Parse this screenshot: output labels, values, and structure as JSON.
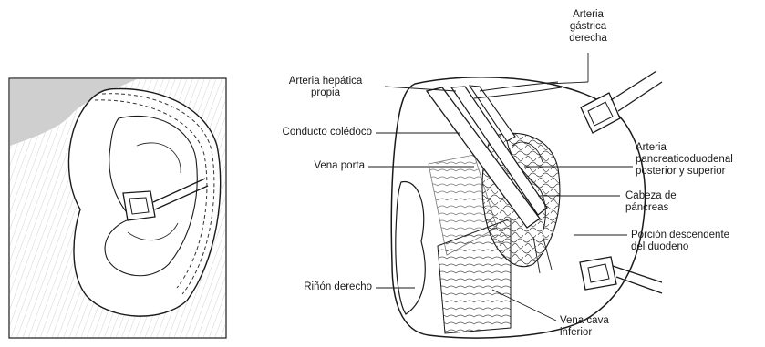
{
  "labels": {
    "arteria_gastrica_derecha": [
      "Arteria",
      "gástrica",
      "derecha"
    ],
    "arteria_hepatica_propia": [
      "Arteria hepática",
      "propia"
    ],
    "conducto_coledoco": [
      "Conducto colédoco"
    ],
    "vena_porta": [
      "Vena porta"
    ],
    "arteria_pancreaticoduodenal": [
      "Arteria",
      "pancreaticoduodenal",
      "posterior y superior"
    ],
    "cabeza_pancreas": [
      "Cabeza de",
      "páncreas"
    ],
    "porcion_descendente": [
      "Porción descendente",
      "del duodeno"
    ],
    "rinon_derecho": [
      "Riñón derecho"
    ],
    "vena_cava_inferior": [
      "Vena cava",
      "inferior"
    ]
  },
  "colors": {
    "line": "#1a1a1a",
    "inset_bg": "#dcdcdc",
    "tissue": "#ffffff"
  }
}
